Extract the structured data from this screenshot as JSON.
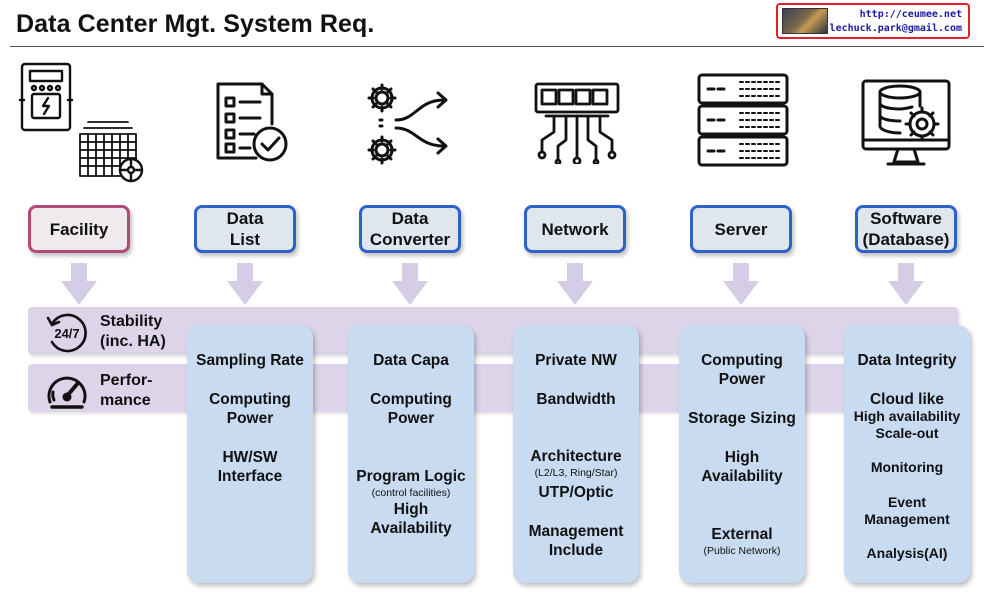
{
  "header": {
    "title": "Data Center Mgt. System Req.",
    "contact_url": "http://ceumee.net",
    "contact_email": "lechuck.park@gmail.com"
  },
  "categories": [
    {
      "label": "Facility",
      "icon": "facility-icon"
    },
    {
      "label": "Data\nList",
      "icon": "checklist-icon"
    },
    {
      "label": "Data\nConverter",
      "icon": "converter-icon"
    },
    {
      "label": "Network",
      "icon": "network-switch-icon"
    },
    {
      "label": "Server",
      "icon": "server-rack-icon"
    },
    {
      "label": "Software\n(Database)",
      "icon": "database-monitor-icon"
    }
  ],
  "bands": [
    {
      "label": "Stability\n(inc. HA)",
      "icon": "24-7-icon"
    },
    {
      "label": "Perfor-\nmance",
      "icon": "speedometer-icon"
    }
  ],
  "cards": [
    {
      "items": [
        {
          "text": "Sampling Rate"
        },
        {
          "text": "Computing\nPower"
        },
        {
          "text": "HW/SW\nInterface"
        }
      ]
    },
    {
      "items": [
        {
          "text": "Data Capa"
        },
        {
          "text": "Computing\nPower"
        },
        {
          "text": "Program Logic",
          "note": "(control facilities)"
        },
        {
          "text": "High\nAvailability"
        }
      ]
    },
    {
      "items": [
        {
          "text": "Private NW"
        },
        {
          "text": "Bandwidth"
        },
        {
          "text": "Architecture",
          "note": "(L2/L3, Ring/Star)"
        },
        {
          "text": "UTP/Optic"
        },
        {
          "text": "Management\nInclude"
        }
      ]
    },
    {
      "items": [
        {
          "text": "Computing\nPower"
        },
        {
          "text": "Storage Sizing"
        },
        {
          "text": "High\nAvailability"
        },
        {
          "text": "External",
          "note": "(Public Network)"
        }
      ]
    },
    {
      "items": [
        {
          "text": "Data Integrity"
        },
        {
          "text": "Cloud like"
        },
        {
          "text": "High availability\nScale-out"
        },
        {
          "text": "Monitoring"
        },
        {
          "text": "Event\nManagement"
        },
        {
          "text": "Analysis(AI)"
        }
      ]
    }
  ],
  "colors": {
    "facility_border": "#b34a78",
    "label_border": "#2f62c9",
    "label_fill": "#dfe6ee",
    "band_fill": "#ddd4e9",
    "card_fill": "#c8dbf0",
    "arrow_fill": "#d5cce6",
    "contact_border": "#e0202a"
  }
}
